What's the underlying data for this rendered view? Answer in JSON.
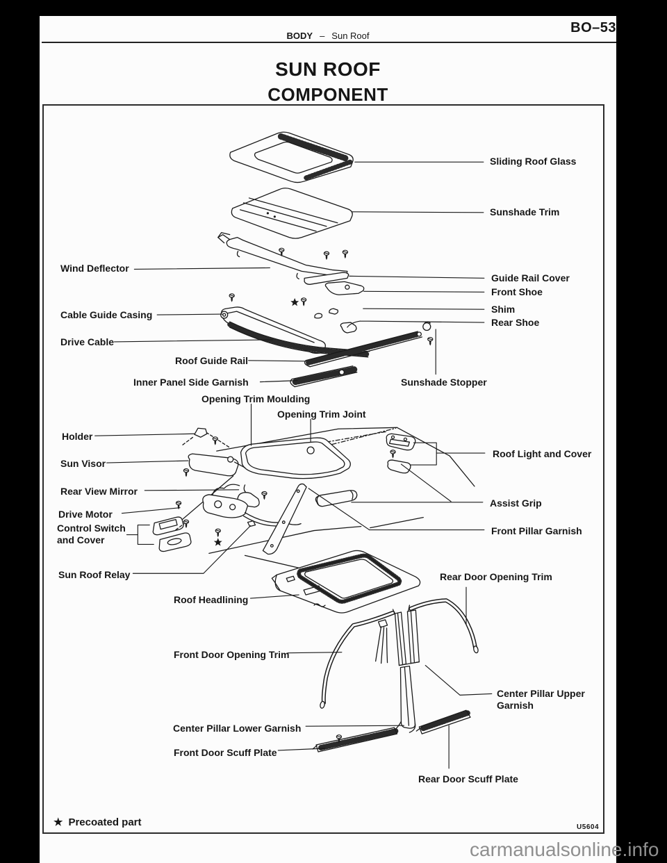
{
  "header": {
    "page_code": "BO–53",
    "section": "BODY",
    "separator": "–",
    "topic": "Sun Roof"
  },
  "title": "SUN ROOF",
  "subtitle": "COMPONENT",
  "figure": {
    "labels": {
      "sliding_roof_glass": "Sliding Roof Glass",
      "sunshade_trim": "Sunshade Trim",
      "wind_deflector": "Wind Deflector",
      "guide_rail_cover": "Guide Rail Cover",
      "front_shoe": "Front Shoe",
      "cable_guide_casing": "Cable Guide Casing",
      "shim": "Shim",
      "rear_shoe": "Rear Shoe",
      "drive_cable": "Drive Cable",
      "roof_guide_rail": "Roof Guide Rail",
      "inner_panel_side_garnish": "Inner Panel Side Garnish",
      "sunshade_stopper": "Sunshade Stopper",
      "opening_trim_moulding": "Opening Trim Moulding",
      "opening_trim_joint": "Opening Trim Joint",
      "holder": "Holder",
      "roof_light_and_cover": "Roof Light and Cover",
      "sun_visor": "Sun Visor",
      "rear_view_mirror": "Rear View Mirror",
      "drive_motor": "Drive Motor",
      "assist_grip": "Assist Grip",
      "control_switch_line1": "Control Switch",
      "control_switch_line2": "and Cover",
      "front_pillar_garnish": "Front Pillar Garnish",
      "sun_roof_relay": "Sun Roof Relay",
      "rear_door_opening_trim": "Rear Door Opening Trim",
      "roof_headlining": "Roof Headlining",
      "front_door_opening_trim": "Front Door Opening Trim",
      "center_pillar_upper_line1": "Center Pillar Upper",
      "center_pillar_upper_line2": "Garnish",
      "center_pillar_lower_garnish": "Center Pillar Lower Garnish",
      "front_door_scuff_plate": "Front Door Scuff Plate",
      "rear_door_scuff_plate": "Rear Door Scuff Plate"
    },
    "legend_star": "★",
    "legend_text": "Precoated part",
    "code": "U5604"
  },
  "watermark": "carmanualsonline.info",
  "colors": {
    "surround": "#000000",
    "page_bg": "#fcfcfc",
    "ink": "#1a1a1a",
    "watermark": "#8f8f8f"
  }
}
